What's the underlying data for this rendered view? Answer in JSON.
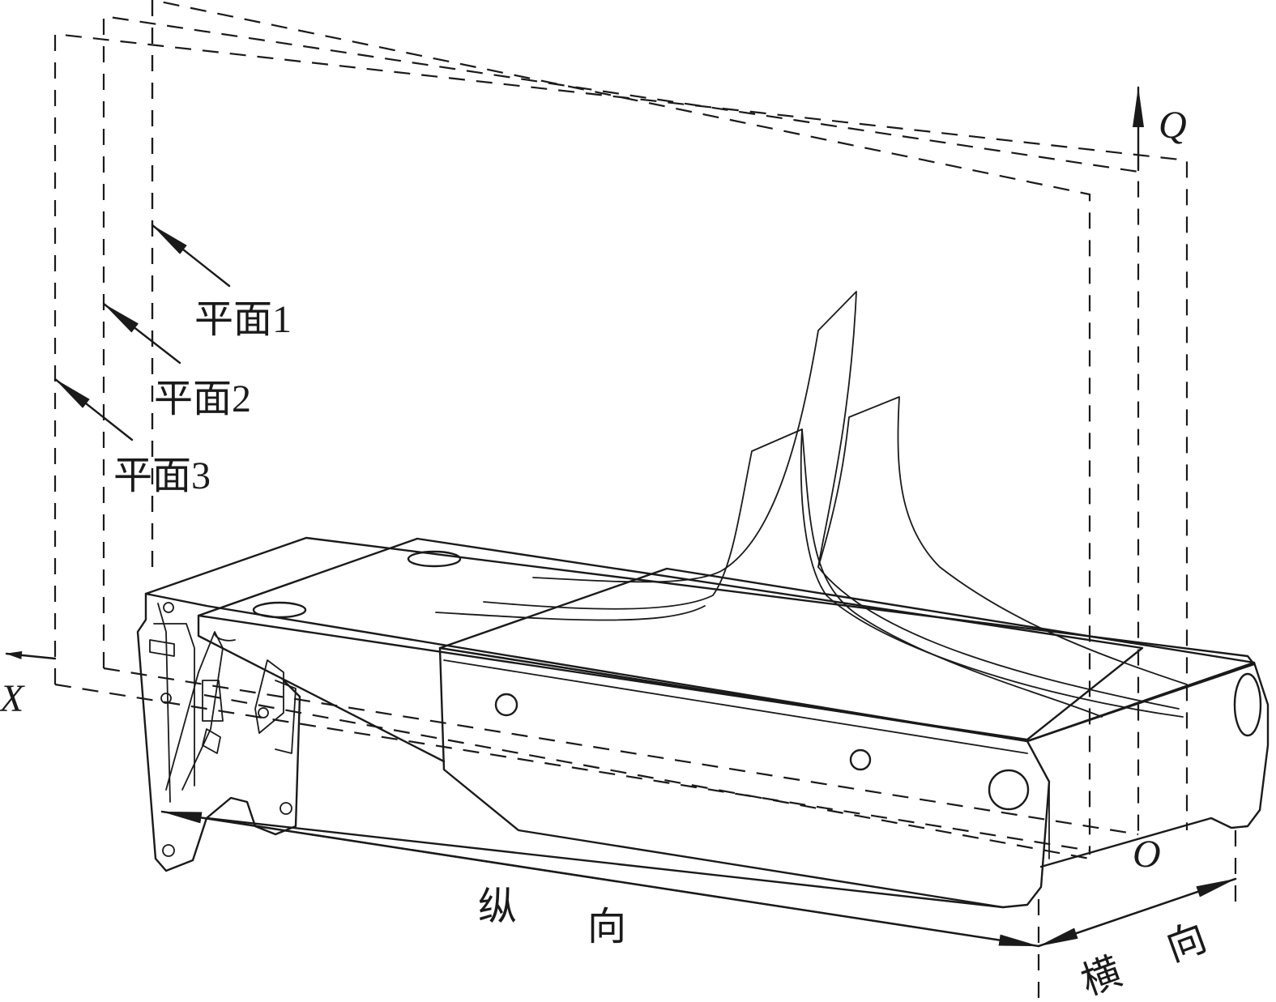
{
  "planes": {
    "plane1": "平面1",
    "plane2": "平面2",
    "plane3": "平面3"
  },
  "axes": {
    "x": "X",
    "q": "Q",
    "o": "O"
  },
  "directions": {
    "longitudinal_1": "纵",
    "longitudinal_2": "向",
    "transverse_1": "横",
    "transverse_2": "向"
  }
}
